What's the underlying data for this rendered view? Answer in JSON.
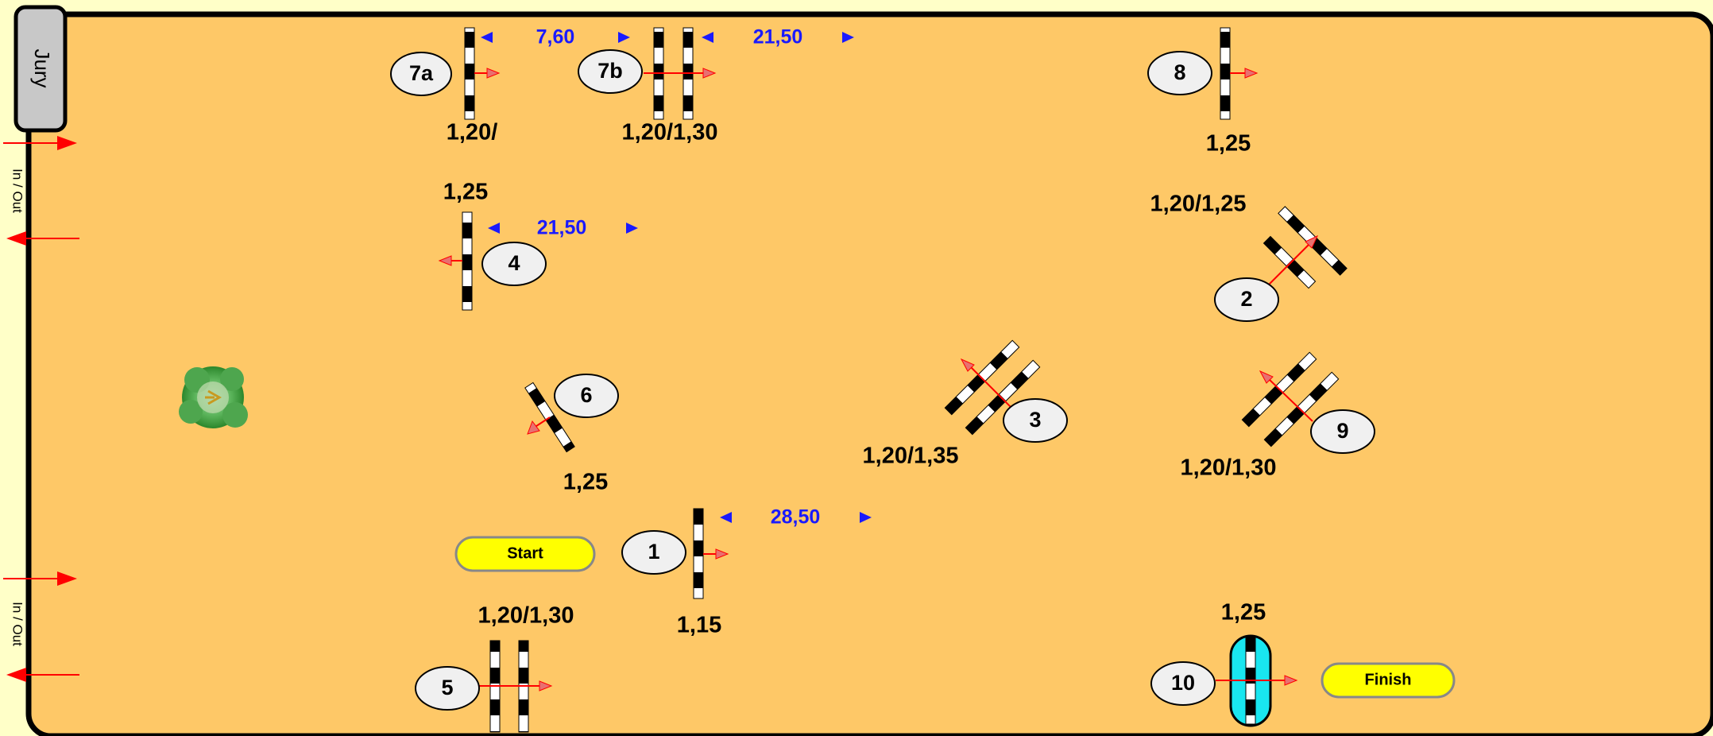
{
  "jury_label": "Jury",
  "in_out_labels": [
    "In / Out",
    "In / Out"
  ],
  "start_label": "Start",
  "finish_label": "Finish",
  "obstacles": [
    {
      "id": "7a",
      "height": "1,20/"
    },
    {
      "id": "7b",
      "height": "1,20/1,30"
    },
    {
      "id": "8",
      "height": "1,25"
    },
    {
      "id": "4",
      "height": "1,25"
    },
    {
      "id": "2",
      "height": "1,20/1,25"
    },
    {
      "id": "6",
      "height": "1,25"
    },
    {
      "id": "3",
      "height": "1,20/1,35"
    },
    {
      "id": "9",
      "height": "1,20/1,30"
    },
    {
      "id": "1",
      "height": "1,15"
    },
    {
      "id": "5",
      "height": "1,20/1,30"
    },
    {
      "id": "10",
      "height": "1,25"
    }
  ],
  "distances": [
    "7,60",
    "21,50",
    "21,50",
    "28,50"
  ],
  "colors": {
    "page": "#ffffc8",
    "arena": "#fec867",
    "distance": "#1a1aff",
    "arrow": "#ff0000",
    "label_fill": "#f0f0f0",
    "start_finish": "#ffff00",
    "water": "#19e6f0",
    "tree": "#3f9a3f"
  }
}
